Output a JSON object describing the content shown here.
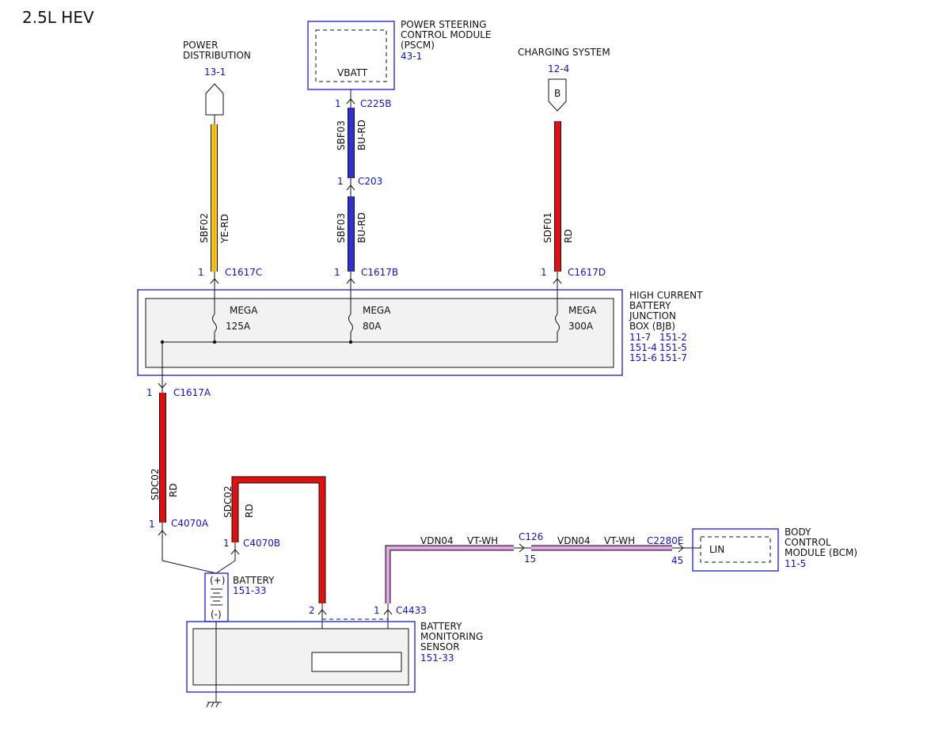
{
  "title": "2.5L HEV",
  "modules": {
    "power_distribution": {
      "line1": "POWER",
      "line2": "DISTRIBUTION",
      "ref": "13-1"
    },
    "pscm": {
      "line1": "POWER STEERING",
      "line2": "CONTROL MODULE",
      "line3": "(PSCM)",
      "ref": "43-1",
      "pin_label": "VBATT"
    },
    "charging_system": {
      "label": "CHARGING SYSTEM",
      "ref": "12-4",
      "terminal": "B"
    },
    "bjb": {
      "line1": "HIGH CURRENT",
      "line2": "BATTERY",
      "line3": "JUNCTION",
      "line4": "BOX (BJB)",
      "refs": [
        "11-7",
        "151-2",
        "151-4",
        "151-5",
        "151-6",
        "151-7"
      ],
      "fuses": [
        {
          "type": "MEGA",
          "rating": "125A"
        },
        {
          "type": "MEGA",
          "rating": "80A"
        },
        {
          "type": "MEGA",
          "rating": "300A"
        }
      ]
    },
    "battery": {
      "label": "BATTERY",
      "ref": "151-33",
      "plus": "(+)",
      "minus": "(-)"
    },
    "bms": {
      "line1": "BATTERY",
      "line2": "MONITORING",
      "line3": "SENSOR",
      "ref": "151-33"
    },
    "bcm": {
      "line1": "BODY",
      "line2": "CONTROL",
      "line3": "MODULE (BCM)",
      "ref": "11-5",
      "pin_label": "LIN"
    }
  },
  "connectors": {
    "c225b": {
      "pin": "1",
      "name": "C225B"
    },
    "c203": {
      "pin": "1",
      "name": "C203"
    },
    "c1617c": {
      "pin": "1",
      "name": "C1617C"
    },
    "c1617b": {
      "pin": "1",
      "name": "C1617B"
    },
    "c1617d": {
      "pin": "1",
      "name": "C1617D"
    },
    "c1617a": {
      "pin": "1",
      "name": "C1617A"
    },
    "c4070a": {
      "pin": "1",
      "name": "C4070A"
    },
    "c4070b": {
      "pin": "1",
      "name": "C4070B"
    },
    "c4433": {
      "pin1": "1",
      "pin2": "2",
      "name": "C4433"
    },
    "c126": {
      "pin": "15",
      "name": "C126"
    },
    "c2280e": {
      "pin": "45",
      "name": "C2280E"
    }
  },
  "wires": {
    "sbf02": {
      "circuit": "SBF02",
      "color_code": "YE-RD",
      "colors": [
        "#f5c518",
        "#e01010"
      ]
    },
    "sbf03_upper": {
      "circuit": "SBF03",
      "color_code": "BU-RD",
      "colors": [
        "#2a2ad0",
        "#e01010"
      ]
    },
    "sbf03_lower": {
      "circuit": "SBF03",
      "color_code": "BU-RD",
      "colors": [
        "#2a2ad0",
        "#e01010"
      ]
    },
    "sdf01": {
      "circuit": "SDF01",
      "color_code": "RD",
      "colors": [
        "#e01010"
      ]
    },
    "sdc02_a": {
      "circuit": "SDC02",
      "color_code": "RD",
      "colors": [
        "#e01010"
      ]
    },
    "sdc02_b": {
      "circuit": "SDC02",
      "color_code": "RD",
      "colors": [
        "#e01010"
      ]
    },
    "vdn04_a": {
      "circuit": "VDN04",
      "color_code": "VT-WH",
      "colors": [
        "#d690d8",
        "#ffffff"
      ]
    },
    "vdn04_b": {
      "circuit": "VDN04",
      "color_code": "VT-WH",
      "colors": [
        "#d690d8",
        "#ffffff"
      ]
    }
  }
}
